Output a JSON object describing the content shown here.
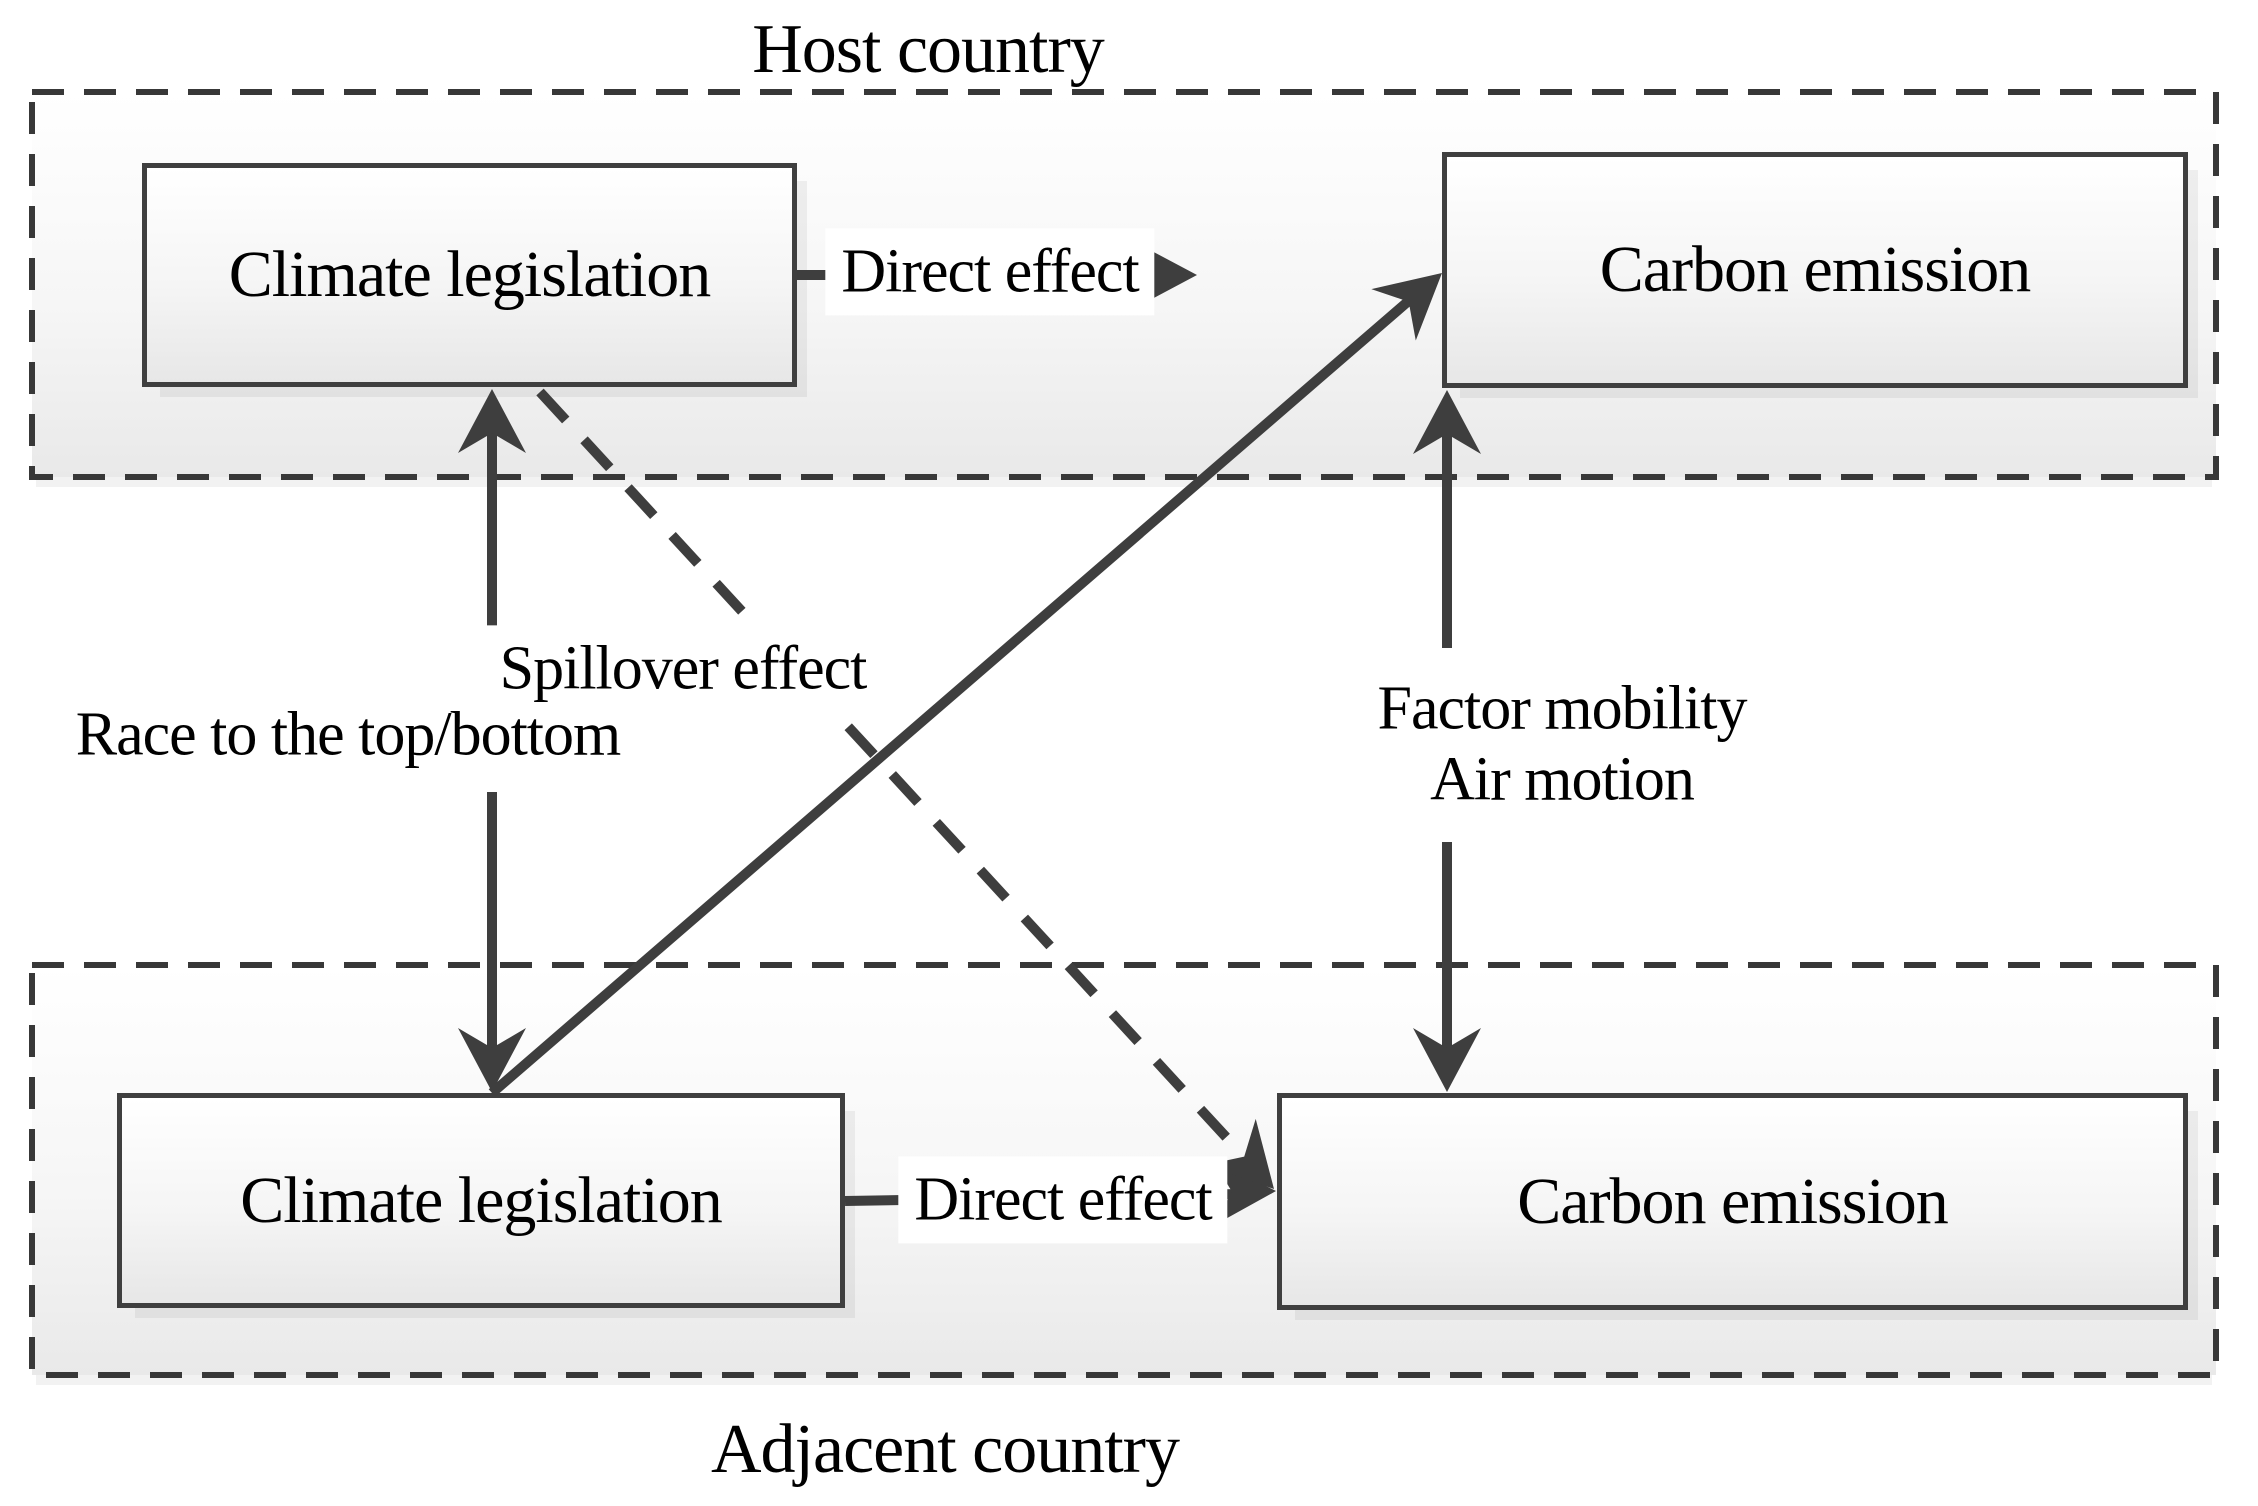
{
  "regions": {
    "host": {
      "label": "Host country"
    },
    "adjacent": {
      "label": "Adjacent country"
    }
  },
  "nodes": {
    "host_climate": {
      "label": "Climate legislation"
    },
    "host_carbon": {
      "label": "Carbon emission"
    },
    "adjacent_climate": {
      "label": "Climate legislation"
    },
    "adjacent_carbon": {
      "label": "Carbon emission"
    }
  },
  "edges": {
    "direct_host": {
      "label": "Direct effect",
      "style": "solid horizontal arrow, host climate legislation to host carbon emission"
    },
    "direct_adjacent": {
      "label": "Direct effect",
      "style": "solid horizontal arrow, adjacent climate legislation to adjacent carbon emission"
    },
    "spillover_solid": {
      "label": "Spillover effect",
      "style": "solid diagonal arrow, adjacent climate legislation to host carbon emission"
    },
    "spillover_dashed": {
      "label": "",
      "style": "dashed diagonal arrow, host climate legislation to adjacent carbon emission"
    },
    "race": {
      "label": "Race to the top/bottom",
      "style": "double-headed vertical arrow between climate legislation boxes"
    },
    "factor": {
      "label_line1": "Factor mobility",
      "label_line2": "Air motion",
      "style": "double-headed vertical arrow between carbon emission boxes"
    }
  },
  "colors": {
    "background": "#ffffff",
    "line": "#3e3e3e",
    "node_border": "#3f3f3f",
    "text": "#000000",
    "node_fill_top": "#ffffff",
    "node_fill_bottom": "#e7e7e7"
  }
}
